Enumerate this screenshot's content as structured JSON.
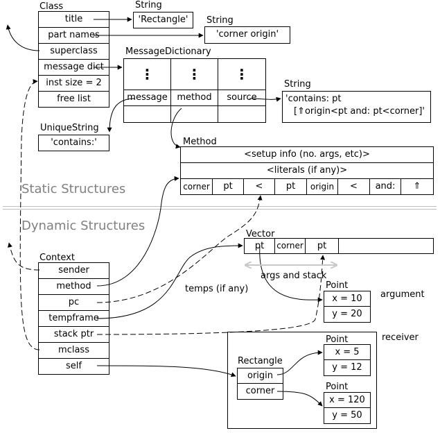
{
  "sections": {
    "static": "Static Structures",
    "dynamic": "Dynamic Structures"
  },
  "class_obj": {
    "label": "Class",
    "fields": [
      "title",
      "part names",
      "superclass",
      "message dict",
      "inst size = 2",
      "free list"
    ]
  },
  "title_string": {
    "label": "String",
    "value": "'Rectangle'"
  },
  "partnames_string": {
    "label": "String",
    "value": "'corner origin'"
  },
  "message_dictionary": {
    "label": "MessageDictionary",
    "ellipsis": "⋮",
    "columns": [
      "message",
      "method",
      "source"
    ]
  },
  "source_string": {
    "label": "String",
    "line1": "'contains: pt",
    "line2": "[⇑origin<pt and: pt<corner]'"
  },
  "unique_string": {
    "label": "UniqueString",
    "value": "'contains:'"
  },
  "method_obj": {
    "label": "Method",
    "setup": "<setup info (no. args, etc)>",
    "literals": "<literals (if any)>",
    "bytecodes": [
      "corner",
      "pt",
      "<",
      "pt",
      "origin",
      "<",
      "and:",
      "⇑"
    ]
  },
  "context": {
    "label": "Context",
    "fields": [
      "sender",
      "method",
      "pc",
      "tempframe",
      "stack ptr",
      "mclass",
      "self"
    ]
  },
  "vector": {
    "label": "Vector",
    "cells": [
      "pt",
      "corner",
      "pt"
    ]
  },
  "annotations": {
    "args_and_stack": "args and stack",
    "temps": "temps (if any)",
    "argument": "argument",
    "receiver": "receiver"
  },
  "point_argument": {
    "label": "Point",
    "fields": [
      "x = 10",
      "y = 20"
    ]
  },
  "rectangle": {
    "label": "Rectangle",
    "fields": [
      "origin",
      "corner"
    ]
  },
  "point_origin": {
    "label": "Point",
    "fields": [
      "x = 5",
      "y = 12"
    ]
  },
  "point_corner": {
    "label": "Point",
    "fields": [
      "x = 120",
      "y = 50"
    ]
  },
  "colors": {
    "ink": "#000000",
    "section_text": "#808080",
    "divider": "#bfbfbf",
    "span_arrow": "#c8c8c8"
  }
}
